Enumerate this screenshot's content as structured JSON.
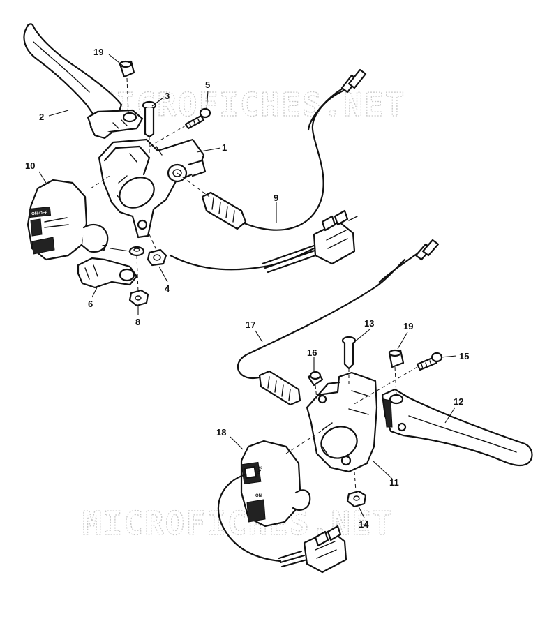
{
  "watermark": "MICROFICHES.NET",
  "callouts": {
    "p1": "1",
    "p2": "2",
    "p3": "3",
    "p4": "4",
    "p5": "5",
    "p6": "6",
    "p7": "7",
    "p8": "8",
    "p9": "9",
    "p10": "10",
    "p11": "11",
    "p12": "12",
    "p13": "13",
    "p14": "14",
    "p15": "15",
    "p16": "16",
    "p17": "17",
    "p18": "18",
    "p19a": "19",
    "p19b": "19"
  },
  "switch_labels": {
    "off": "OFF",
    "on": "ON"
  },
  "colors": {
    "line": "#111111",
    "watermark": "#c8c8c8",
    "background": "#ffffff"
  }
}
